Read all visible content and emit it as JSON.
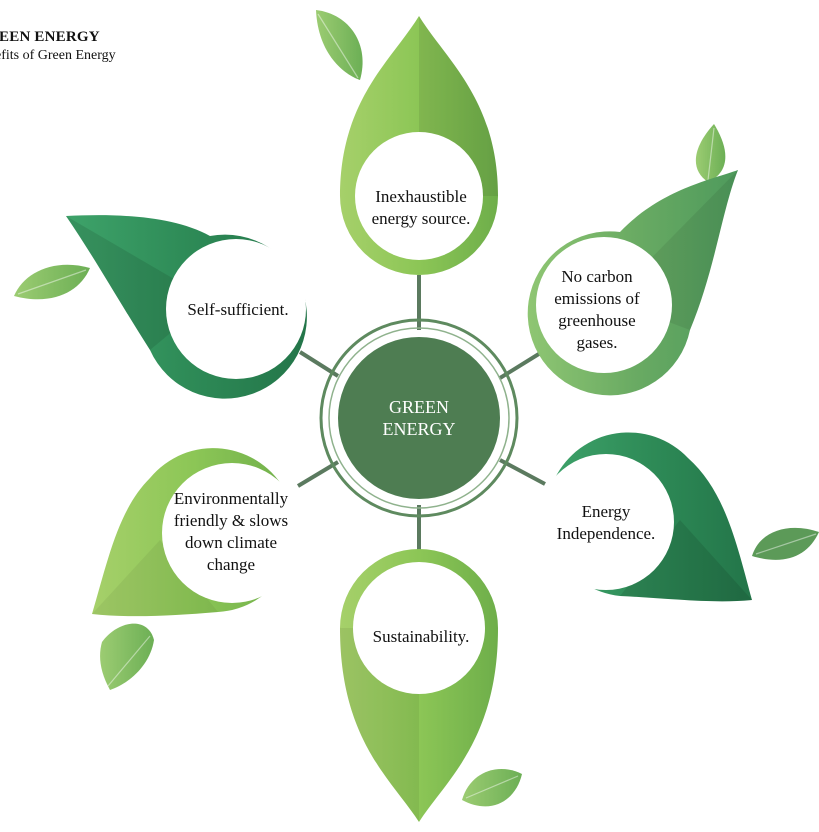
{
  "header": {
    "title": "REEN ENERGY",
    "subtitle": "nefits of Green Energy"
  },
  "center": {
    "lines": [
      "GREEN",
      "ENERGY"
    ]
  },
  "petals": [
    {
      "id": "inexhaustible",
      "lines": [
        "Inexhaustible",
        "energy source."
      ]
    },
    {
      "id": "no-carbon",
      "lines": [
        "No carbon",
        "emissions of",
        "greenhouse",
        "gases."
      ]
    },
    {
      "id": "energy-independence",
      "lines": [
        "Energy",
        "Independence."
      ]
    },
    {
      "id": "sustainability",
      "lines": [
        "Sustainability."
      ]
    },
    {
      "id": "environmentally-friendly",
      "lines": [
        "Environmentally",
        "friendly & slows",
        "down climate",
        "change"
      ]
    },
    {
      "id": "self-sufficient",
      "lines": [
        "Self-sufficient."
      ]
    }
  ],
  "colors": {
    "light_green": "#8cc656",
    "mid_green": "#5aa661",
    "dark_green": "#2e8b57",
    "center_fill": "#4e7d52",
    "leaf": "#78b85a"
  }
}
